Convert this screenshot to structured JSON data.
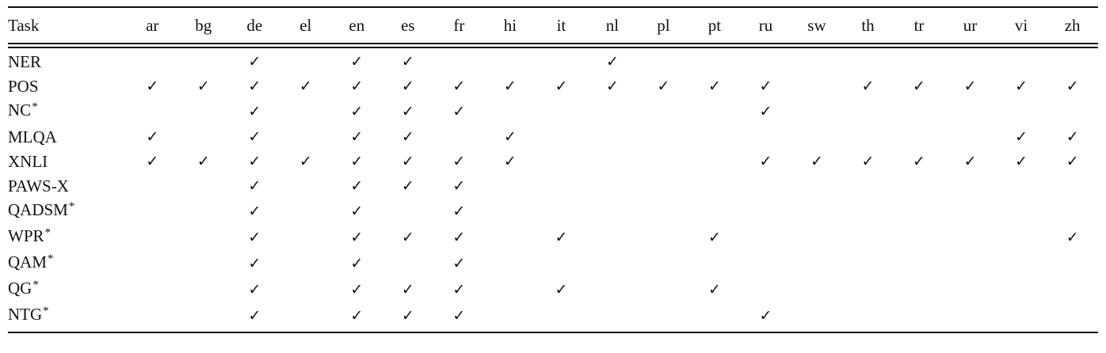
{
  "table": {
    "task_header": "Task",
    "languages": [
      "ar",
      "bg",
      "de",
      "el",
      "en",
      "es",
      "fr",
      "hi",
      "it",
      "nl",
      "pl",
      "pt",
      "ru",
      "sw",
      "th",
      "tr",
      "ur",
      "vi",
      "zh"
    ],
    "check_symbol": "✓",
    "star_symbol": "*",
    "rows": [
      {
        "task": "NER",
        "star": false,
        "checks": [
          "de",
          "en",
          "es",
          "nl"
        ]
      },
      {
        "task": "POS",
        "star": false,
        "checks": [
          "ar",
          "bg",
          "de",
          "el",
          "en",
          "es",
          "fr",
          "hi",
          "it",
          "nl",
          "pl",
          "pt",
          "ru",
          "th",
          "tr",
          "ur",
          "vi",
          "zh"
        ]
      },
      {
        "task": "NC",
        "star": true,
        "checks": [
          "de",
          "en",
          "es",
          "fr",
          "ru"
        ]
      },
      {
        "task": "MLQA",
        "star": false,
        "checks": [
          "ar",
          "de",
          "en",
          "es",
          "hi",
          "vi",
          "zh"
        ]
      },
      {
        "task": "XNLI",
        "star": false,
        "checks": [
          "ar",
          "bg",
          "de",
          "el",
          "en",
          "es",
          "fr",
          "hi",
          "ru",
          "sw",
          "th",
          "tr",
          "ur",
          "vi",
          "zh"
        ]
      },
      {
        "task": "PAWS-X",
        "star": false,
        "checks": [
          "de",
          "en",
          "es",
          "fr"
        ]
      },
      {
        "task": "QADSM",
        "star": true,
        "checks": [
          "de",
          "en",
          "fr"
        ]
      },
      {
        "task": "WPR",
        "star": true,
        "checks": [
          "de",
          "en",
          "es",
          "fr",
          "it",
          "pt",
          "zh"
        ]
      },
      {
        "task": "QAM",
        "star": true,
        "checks": [
          "de",
          "en",
          "fr"
        ]
      },
      {
        "task": "QG",
        "star": true,
        "checks": [
          "de",
          "en",
          "es",
          "fr",
          "it",
          "pt"
        ]
      },
      {
        "task": "NTG",
        "star": true,
        "checks": [
          "de",
          "en",
          "es",
          "fr",
          "ru"
        ]
      }
    ]
  }
}
